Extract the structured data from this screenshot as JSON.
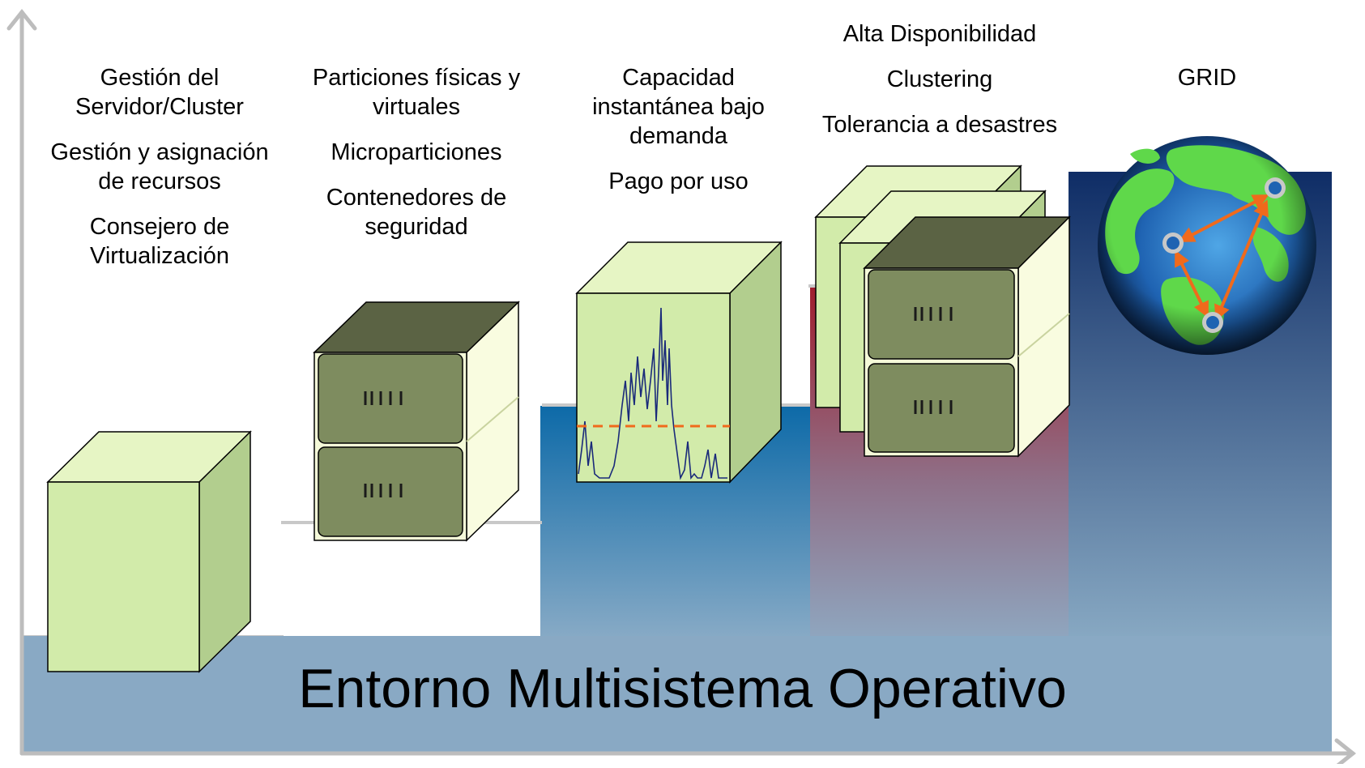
{
  "columns": [
    {
      "id": "c1",
      "lines": [
        "Gestión del Servidor/Cluster",
        "Gestión y asignación de recursos",
        "Consejero de Virtualización"
      ]
    },
    {
      "id": "c2",
      "lines": [
        "Particiones físicas y virtuales",
        "Microparticiones",
        "Contenedores de seguridad"
      ]
    },
    {
      "id": "c3",
      "lines": [
        "Capacidad instantánea bajo demanda",
        "Pago por uso"
      ]
    },
    {
      "id": "c4",
      "lines": [
        "Alta Disponibilidad",
        "Clustering",
        "Tolerancia a desastres"
      ]
    },
    {
      "id": "c5",
      "lines": [
        "GRID"
      ]
    }
  ],
  "base_label": "Entorno Multisistema Operativo",
  "colors": {
    "cube_front": "#d2ebaa",
    "cube_side": "#b2ce8e",
    "cube_top": "#e6f5c4",
    "drawer": "#7e8c5f",
    "base_band": "#89a9c4",
    "step_blue_top": "#0d6aa8",
    "step_red_top": "#a01e2e",
    "step_navy_top": "#0f2d66",
    "arrow": "#f06a1c",
    "axis": "#bdbdbd"
  }
}
